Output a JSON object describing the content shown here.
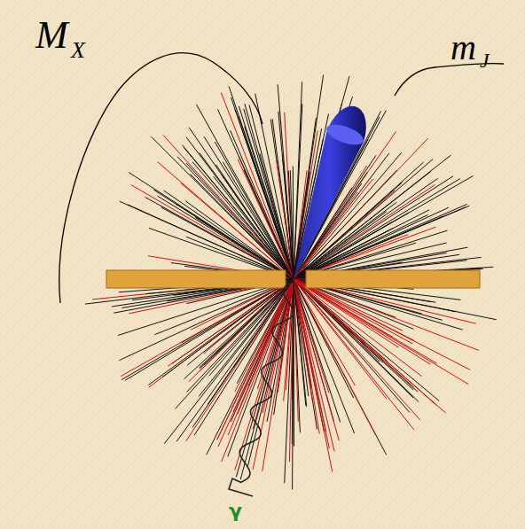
{
  "diagram": {
    "labels": [
      "M",
      "X",
      "m",
      "J",
      "γ"
    ]
  }
}
